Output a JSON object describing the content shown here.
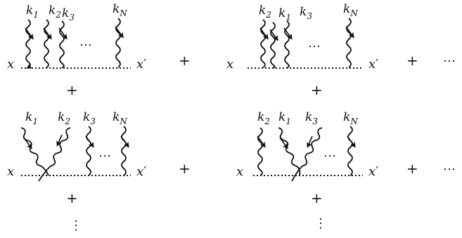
{
  "panels": [
    {
      "id": "top-left",
      "start": "x",
      "end": "x′",
      "k_labels": [
        {
          "main": "k",
          "sub": "1"
        },
        {
          "main": "k",
          "sub": "2"
        },
        {
          "main": "k",
          "sub": "3"
        },
        {
          "main": "k",
          "sub": "N"
        }
      ],
      "dots": "⋯",
      "trailing": "+",
      "below": "+"
    },
    {
      "id": "top-right",
      "start": "x",
      "end": "x′",
      "k_labels": [
        {
          "main": "k",
          "sub": "2"
        },
        {
          "main": "k",
          "sub": "1"
        },
        {
          "main": "k",
          "sub": "3"
        },
        {
          "main": "k",
          "sub": "N"
        }
      ],
      "dots": "⋯",
      "trailing": "+",
      "after_trailing": "⋯",
      "below": "+"
    },
    {
      "id": "bottom-left",
      "start": "x",
      "end": "x′",
      "k_labels": [
        {
          "main": "k",
          "sub": "1"
        },
        {
          "main": "k",
          "sub": "2"
        },
        {
          "main": "k",
          "sub": "3"
        },
        {
          "main": "k",
          "sub": "N"
        }
      ],
      "dots": "⋯",
      "trailing": "+",
      "below": "+",
      "vdots": "⋮"
    },
    {
      "id": "bottom-right",
      "start": "x",
      "end": "x′",
      "k_labels": [
        {
          "main": "k",
          "sub": "2"
        },
        {
          "main": "k",
          "sub": "1"
        },
        {
          "main": "k",
          "sub": "3"
        },
        {
          "main": "k",
          "sub": "N"
        }
      ],
      "dots": "⋯",
      "trailing": "+",
      "after_trailing": "⋯",
      "below": "+",
      "vdots": "⋮"
    }
  ]
}
